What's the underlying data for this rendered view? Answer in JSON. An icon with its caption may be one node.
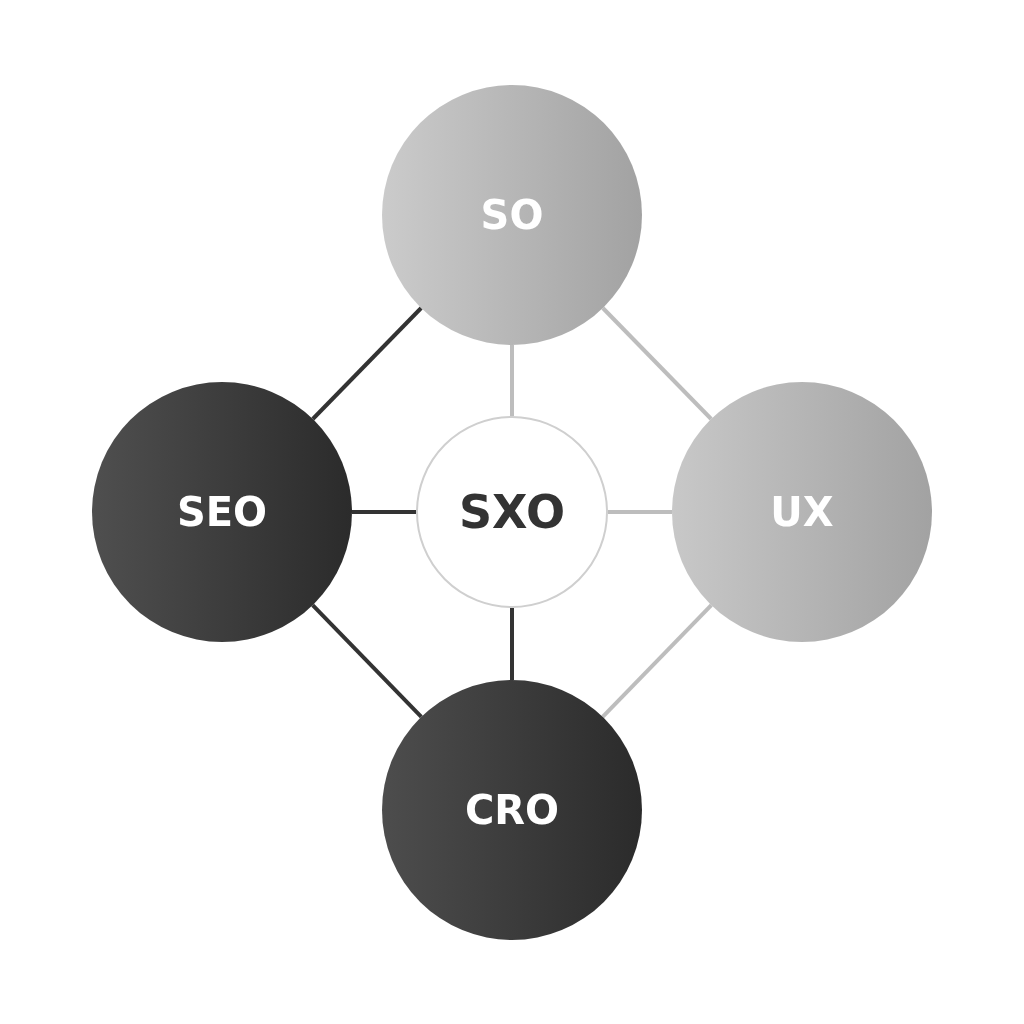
{
  "diagram": {
    "nodes": [
      {
        "text": [
          "SO"
        ]
      },
      {
        "text": [
          "SEO"
        ]
      },
      {
        "text": [
          "SXO"
        ]
      },
      {
        "text": [
          "UX"
        ]
      },
      {
        "text": [
          "CRO"
        ]
      }
    ],
    "edges": [
      {
        "from": 0,
        "to": 2,
        "arrow": "none"
      },
      {
        "from": 1,
        "to": 2,
        "arrow": "none",
        "color": "#333333"
      },
      {
        "from": 2,
        "to": 3,
        "arrow": "none"
      },
      {
        "from": 2,
        "to": 4,
        "arrow": "none",
        "color": "#333333"
      },
      {
        "from": 0,
        "to": 1,
        "arrow": "none",
        "color": "#333333"
      },
      {
        "from": 0,
        "to": 3,
        "arrow": "none"
      },
      {
        "from": 1,
        "to": 4,
        "arrow": "none",
        "color": "#333333"
      },
      {
        "from": 3,
        "to": 4,
        "arrow": "none"
      }
    ]
  }
}
